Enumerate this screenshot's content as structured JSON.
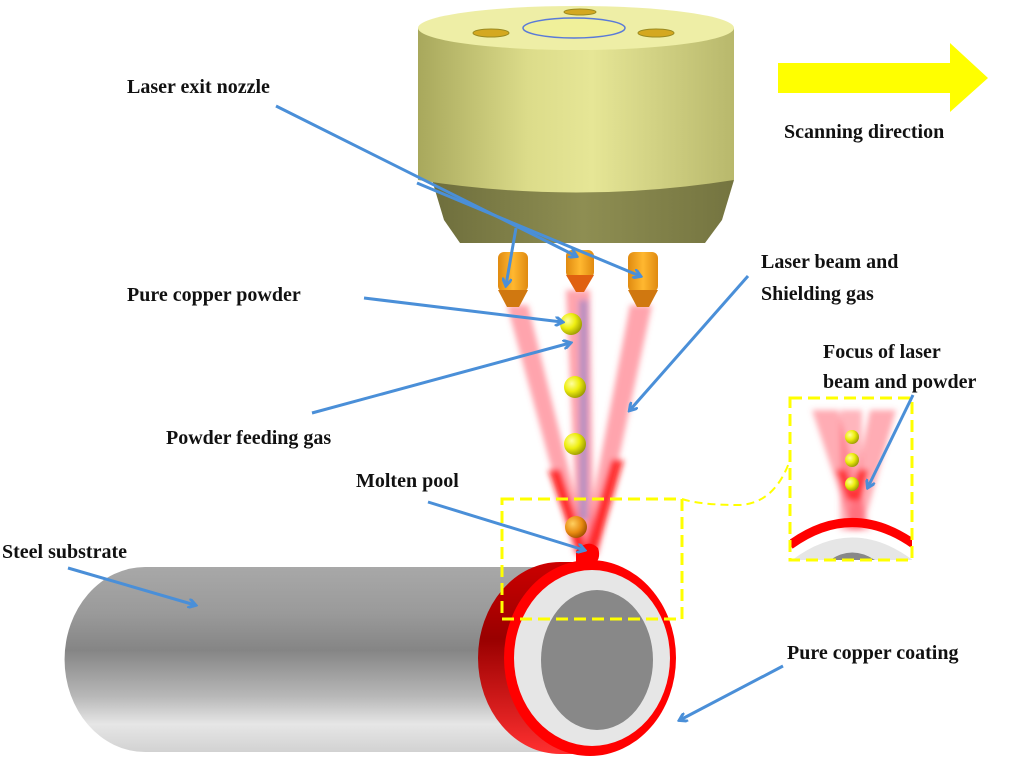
{
  "figure": {
    "title": "Laser cladding of pure copper coating on steel substrate",
    "labels": {
      "laser_exit_nozzle": "Laser exit nozzle",
      "scanning_direction": "Scanning direction",
      "pure_copper_powder": "Pure copper powder",
      "laser_beam_line1": "Laser beam and",
      "laser_beam_line2": "Shielding gas",
      "focus_line1": "Focus of laser",
      "focus_line2": "beam and powder",
      "powder_feeding_gas": "Powder feeding gas",
      "molten_pool": "Molten pool",
      "steel_substrate": "Steel substrate",
      "pure_copper_coating": "Pure copper coating"
    },
    "icons": {
      "scanning_arrow": "right-arrow-icon"
    },
    "colors": {
      "nozzle_body": "#e2e08a",
      "nozzle_cone": "#8a8a4e",
      "nozzle_tips": "#f5a21a",
      "laser_beam": "#ff2020",
      "powder": "#f0f020",
      "annotation_arrow": "#4a8fd8",
      "scan_arrow": "#ffff00",
      "coating": "#ff0000",
      "substrate": "#888888",
      "highlight_box": "#ffff00"
    }
  }
}
